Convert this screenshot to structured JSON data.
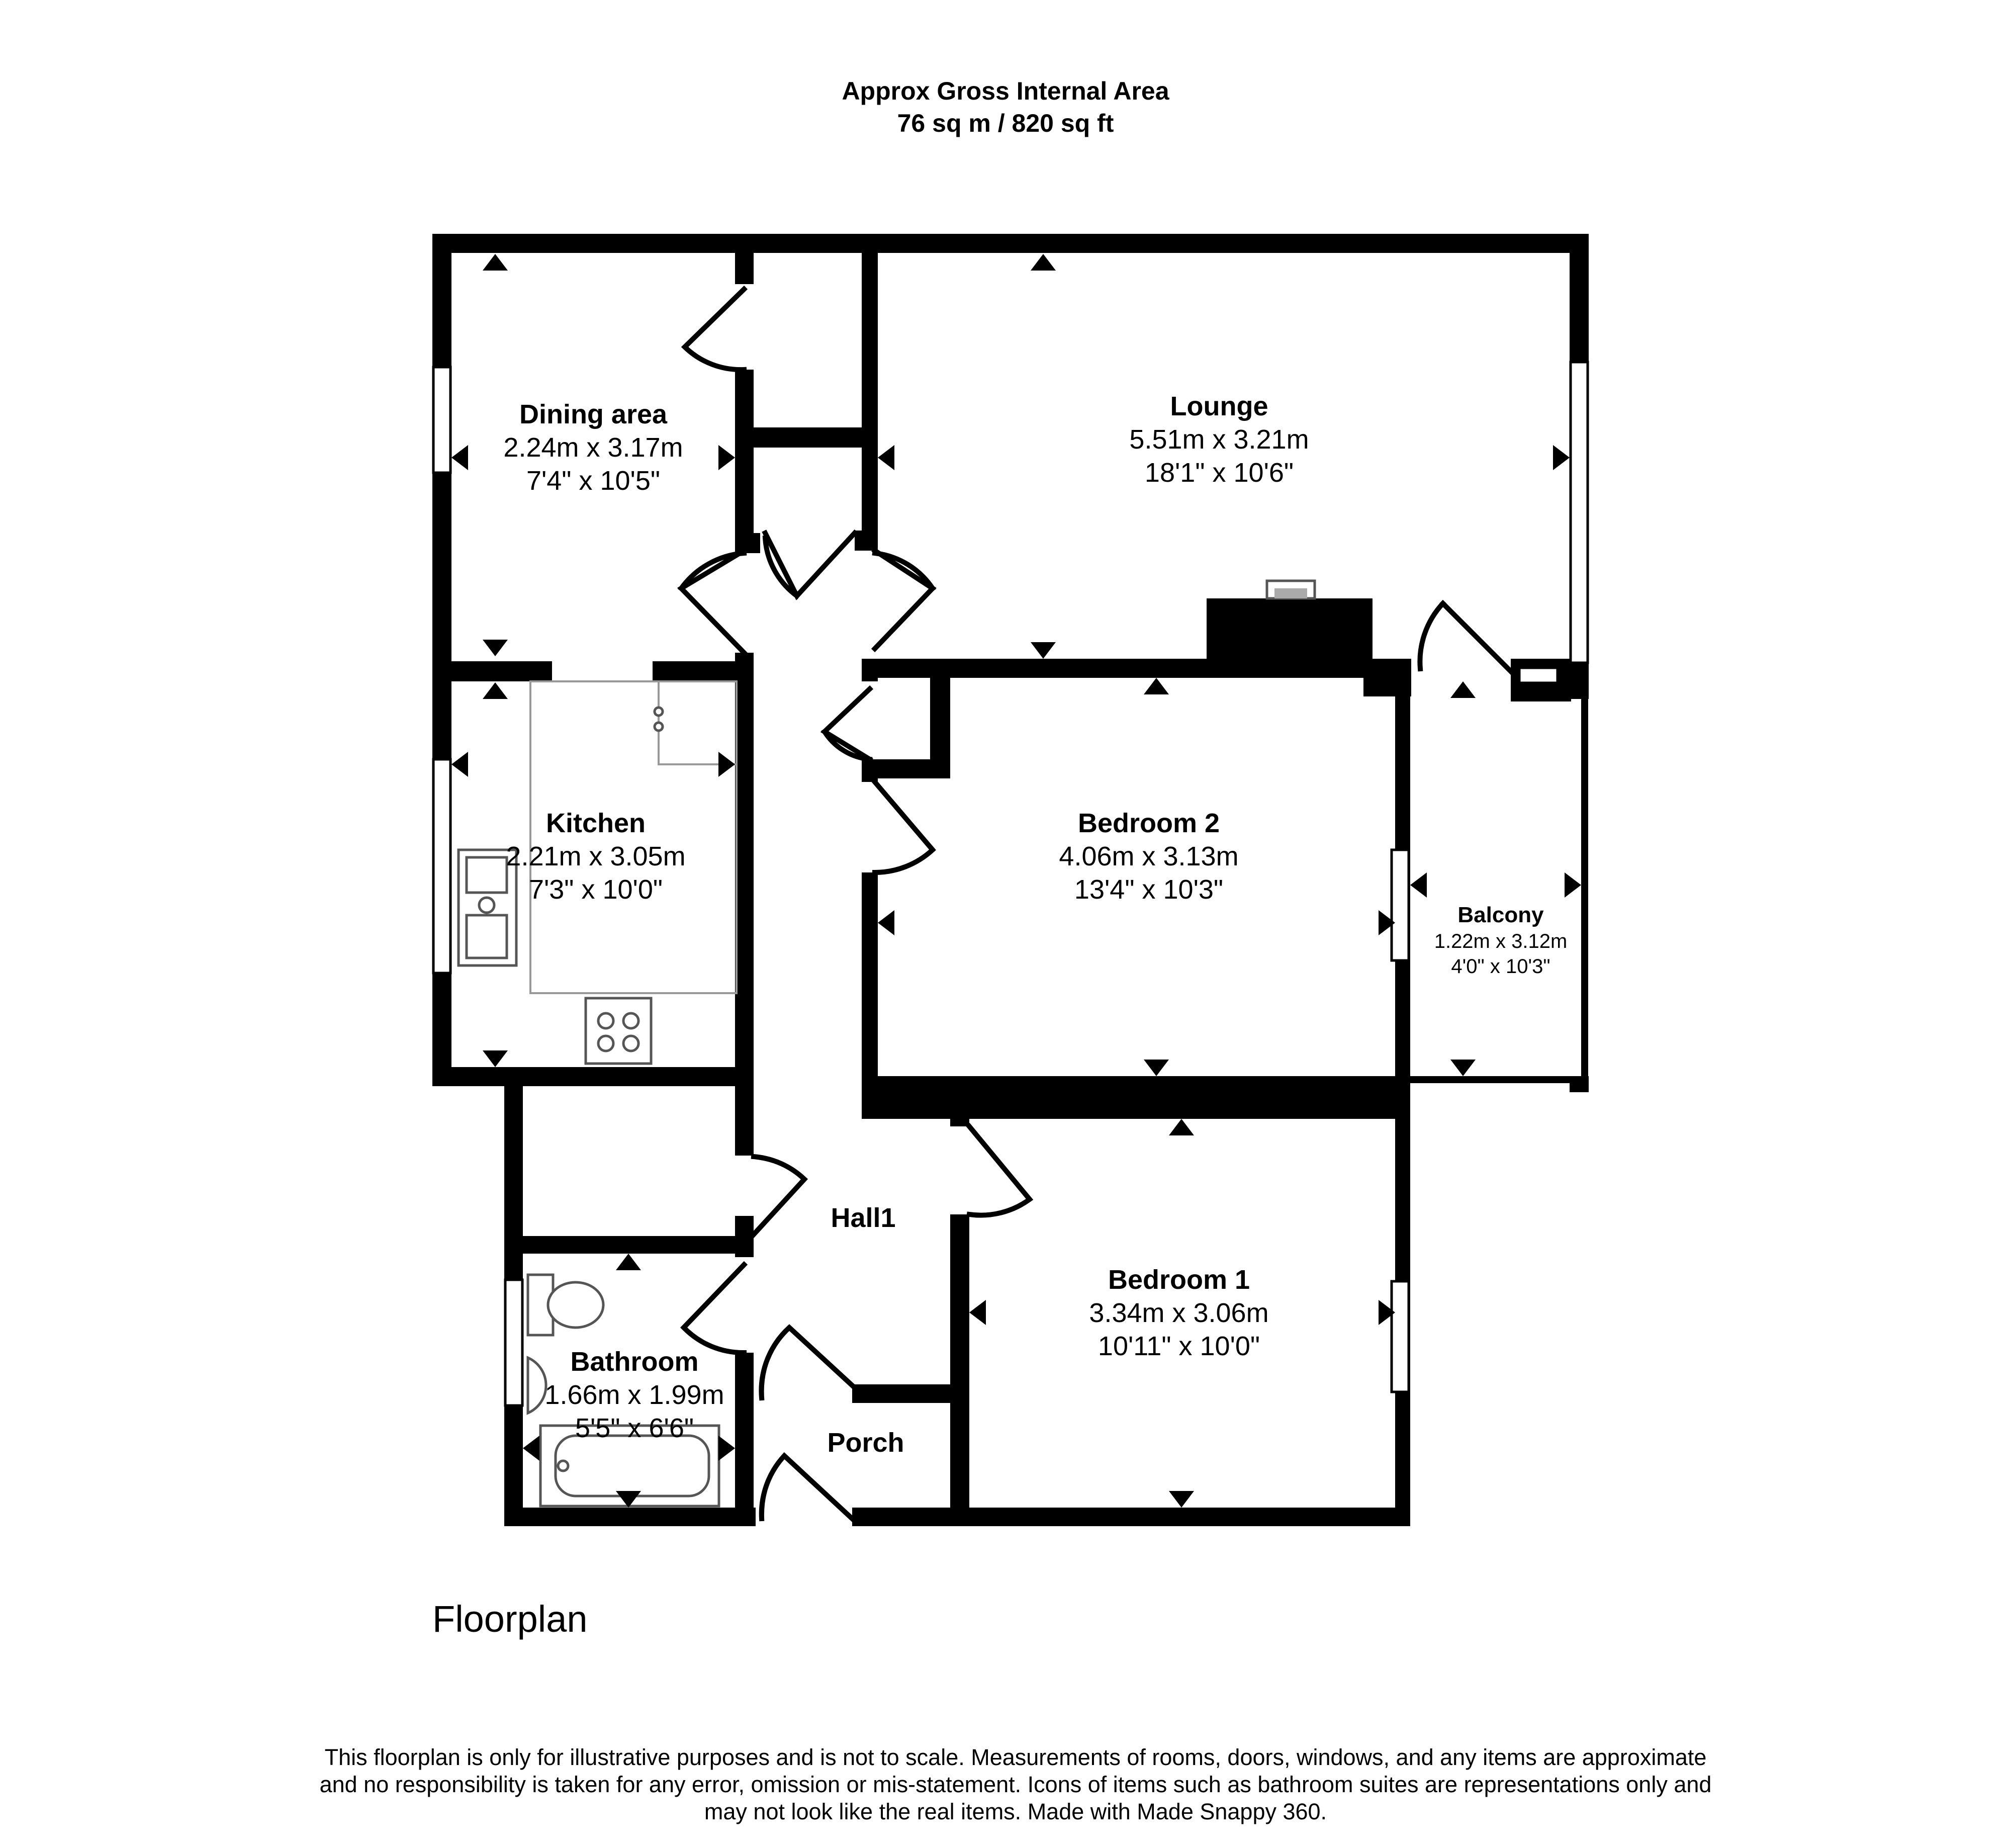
{
  "header": {
    "line1": "Approx Gross Internal Area",
    "line2": "76 sq m / 820 sq ft"
  },
  "rooms": {
    "dining": {
      "name": "Dining area",
      "metric": "2.24m x 3.17m",
      "imperial": "7'4\" x 10'5\""
    },
    "lounge": {
      "name": "Lounge",
      "metric": "5.51m x 3.21m",
      "imperial": "18'1\" x 10'6\""
    },
    "kitchen": {
      "name": "Kitchen",
      "metric": "2.21m x 3.05m",
      "imperial": "7'3\" x 10'0\""
    },
    "bedroom2": {
      "name": "Bedroom 2",
      "metric": "4.06m x 3.13m",
      "imperial": "13'4\" x 10'3\""
    },
    "balcony": {
      "name": "Balcony",
      "metric": "1.22m x 3.12m",
      "imperial": "4'0\" x 10'3\""
    },
    "hall": {
      "name": "Hall1"
    },
    "bedroom1": {
      "name": "Bedroom 1",
      "metric": "3.34m x 3.06m",
      "imperial": "10'11\" x 10'0\""
    },
    "bathroom": {
      "name": "Bathroom",
      "metric": "1.66m x 1.99m",
      "imperial": "5'5\" x 6'6\""
    },
    "porch": {
      "name": "Porch"
    }
  },
  "plan_label": "Floorplan",
  "disclaimer": {
    "line1": "This floorplan is only for illustrative purposes and is not to scale. Measurements of rooms, doors, windows, and any items are approximate",
    "line2": "and no responsibility is taken for any error, omission or mis-statement. Icons of items such as bathroom suites are representations only and",
    "line3": "may not look like the real items. Made with Made Snappy 360."
  }
}
